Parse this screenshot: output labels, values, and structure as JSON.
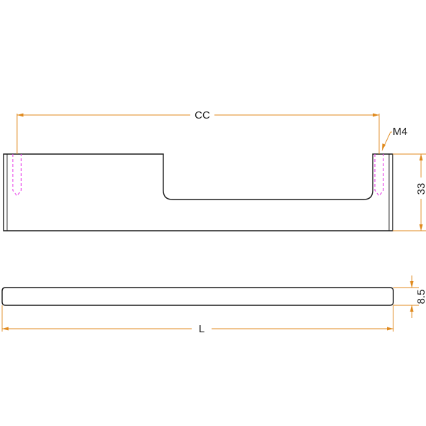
{
  "dimensions": {
    "cc": "CC",
    "thread": "M4",
    "height": "33",
    "thickness": "8.5",
    "length": "L"
  },
  "colors": {
    "outline": "#1a1a1a",
    "dimension_lines": "#e08a1e",
    "hidden_holes": "#e84ae8"
  }
}
